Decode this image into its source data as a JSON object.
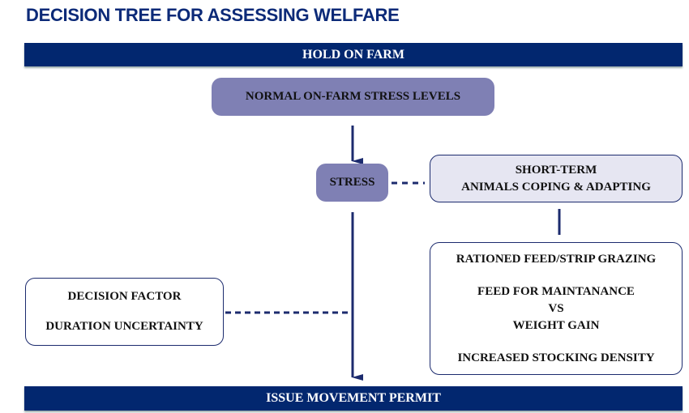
{
  "title": "DECISION TREE FOR ASSESSING WELFARE",
  "top_bar": "HOLD ON FARM",
  "normal_box": "NORMAL ON-FARM STRESS LEVELS",
  "stress_box": "STRESS",
  "short_term_box": {
    "line1": "SHORT-TERM",
    "line2": "ANIMALS COPING & ADAPTING"
  },
  "measures_box": {
    "line1": "RATIONED FEED/STRIP GRAZING",
    "line2": "FEED FOR MAINTANANCE",
    "line3": "VS",
    "line4": "WEIGHT GAIN",
    "line5": "INCREASED STOCKING DENSITY"
  },
  "decision_box": {
    "line1": "DECISION FACTOR",
    "line2": "DURATION UNCERTAINTY"
  },
  "bottom_bar": "ISSUE MOVEMENT PERMIT",
  "colors": {
    "navy": "#02276f",
    "box_fill": "#7f80b4",
    "light_fill": "#e6e6f2"
  }
}
